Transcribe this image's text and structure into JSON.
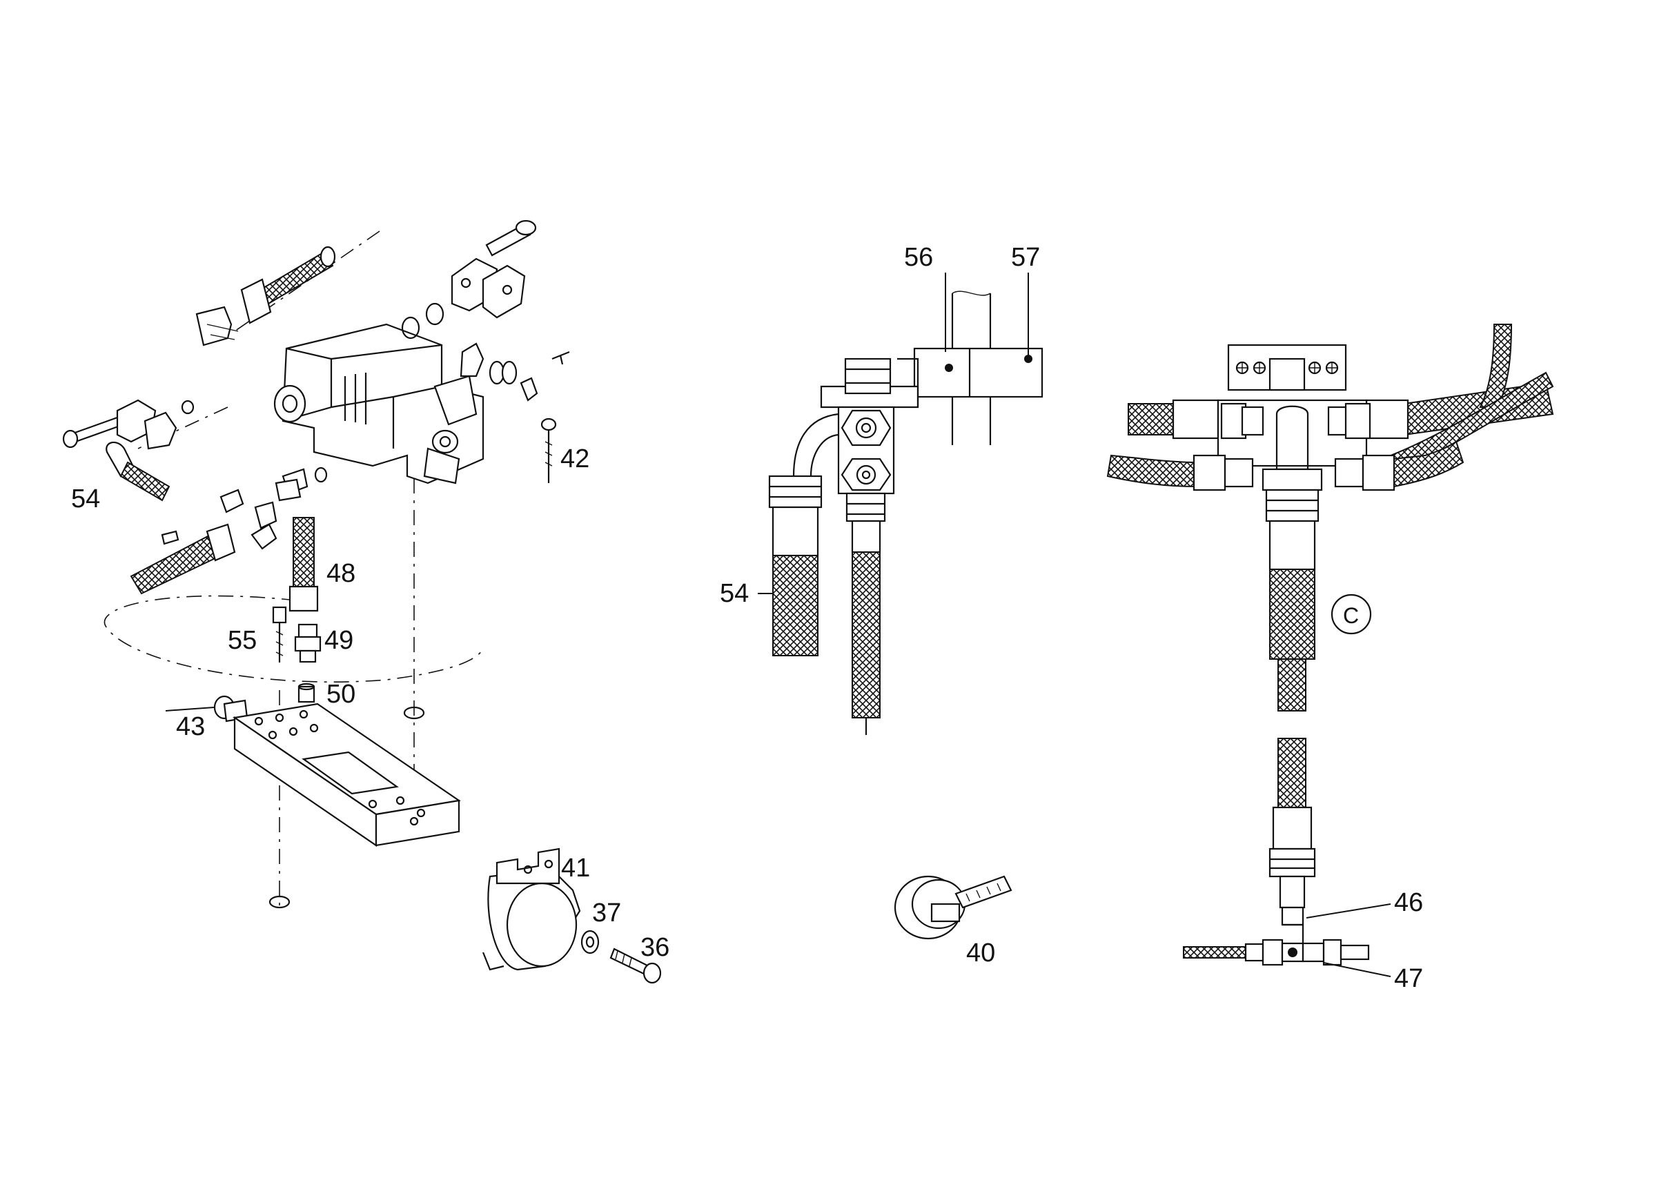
{
  "labels": {
    "p54a": "54",
    "p42": "42",
    "p48": "48",
    "p55": "55",
    "p49": "49",
    "p50": "50",
    "p43": "43",
    "p41": "41",
    "p37": "37",
    "p36": "36",
    "p56": "56",
    "p57": "57",
    "p54b": "54",
    "p40": "40",
    "detailC": "C",
    "p46": "46",
    "p47": "47"
  },
  "icons": {
    "valve_block": "hydraulic-valve-block-icon",
    "mounting_plate": "mounting-plate-icon",
    "clamp": "pipe-clamp-icon",
    "gauge": "pressure-gauge-icon",
    "hose": "braided-hose-icon",
    "tee": "tee-fitting-icon"
  }
}
